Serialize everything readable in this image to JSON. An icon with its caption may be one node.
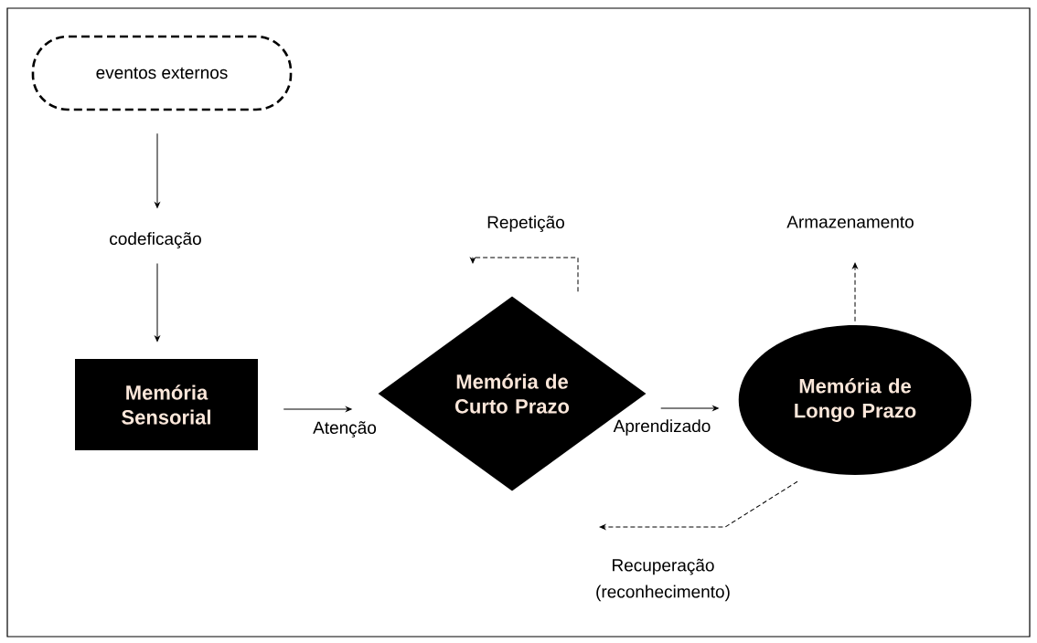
{
  "diagram": {
    "nodes": [
      {
        "text": [
          "eventos externos"
        ]
      },
      {
        "text": [
          "codeficação"
        ]
      },
      {
        "text": [
          "Memória Sensorial"
        ]
      },
      {
        "text": [
          "Memória de Curto Prazo"
        ]
      },
      {
        "text": [
          "Memória de Longo Prazo"
        ]
      }
    ],
    "edges": [
      {
        "from": 0,
        "to": 1,
        "arrow": "to"
      },
      {
        "from": 1,
        "to": 2,
        "arrow": "to"
      },
      {
        "from": 2,
        "to": 3,
        "arrow": "to",
        "label": "Atenção"
      },
      {
        "from": 3,
        "to": 4,
        "arrow": "to",
        "label": "Aprendizado"
      },
      {
        "from": 3,
        "to": 3,
        "arrow": "to",
        "label": "Repetição",
        "style": "dashed"
      },
      {
        "from": 4,
        "to": null,
        "arrow": "to",
        "label": "Armazenamento",
        "style": "dashed"
      },
      {
        "from": 4,
        "to": null,
        "arrow": "to",
        "label": "Recuperação (reconhecimento)",
        "style": "dashed"
      }
    ]
  }
}
